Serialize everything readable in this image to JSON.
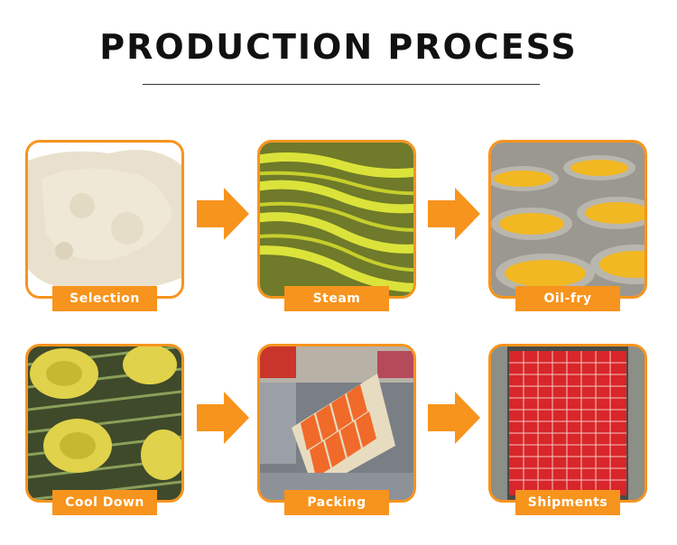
{
  "title": "PRODUCTION PROCESS",
  "accent_color": "#f7941d",
  "steps": [
    {
      "label": "Selection",
      "icon": "flour-photo"
    },
    {
      "label": "Steam",
      "icon": "steamed-noodles-photo"
    },
    {
      "label": "Oil-fry",
      "icon": "fried-noodle-molds-photo"
    },
    {
      "label": "Cool Down",
      "icon": "cooling-rack-photo"
    },
    {
      "label": "Packing",
      "icon": "packing-line-photo"
    },
    {
      "label": "Shipments",
      "icon": "boxed-shipments-photo"
    }
  ],
  "arrows": [
    "arrow-right-icon",
    "arrow-right-icon",
    "arrow-right-icon",
    "arrow-right-icon"
  ]
}
